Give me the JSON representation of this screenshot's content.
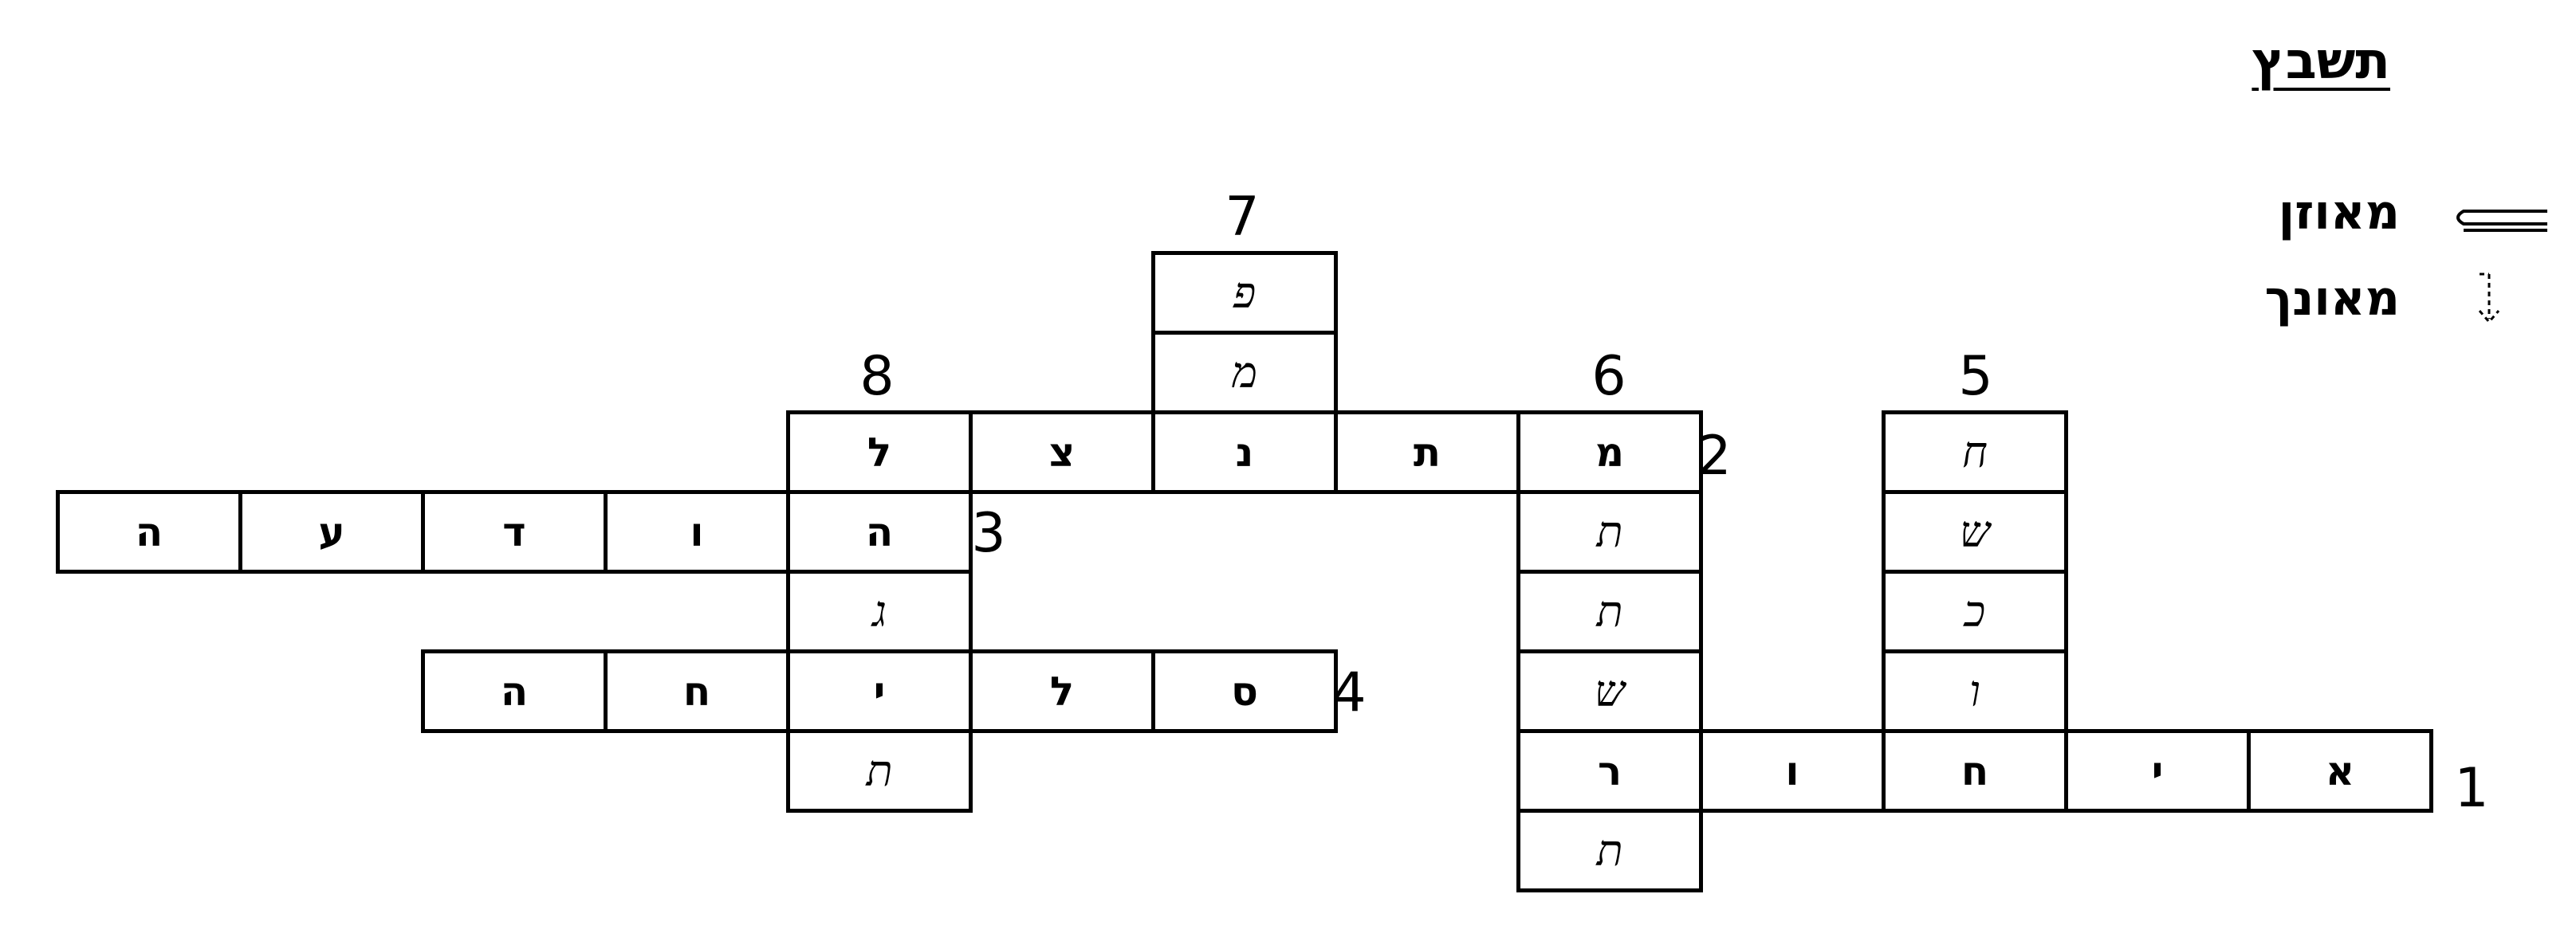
{
  "header": {
    "title": "תשבץ"
  },
  "legend": {
    "horizontal_label": "מאוזן",
    "vertical_label": "מאונך",
    "horizontal_icon": "double-arrow-left-icon",
    "vertical_icon": "down-arrow-icon"
  },
  "crossword": {
    "clue_numbers": [
      "1",
      "2",
      "3",
      "4",
      "5",
      "6",
      "7",
      "8"
    ],
    "cells": [
      "פ",
      "מ",
      "ל",
      "צ",
      "נ",
      "ת",
      "מ",
      "ח",
      "ש",
      "כ",
      "ו",
      "ה",
      "ו",
      "ד",
      "ע",
      "ה",
      "ג",
      "ת",
      "ת",
      "ה",
      "ח",
      "י",
      "ל",
      "ס",
      "ש",
      "ת",
      "א",
      "י",
      "ח",
      "ו",
      "ר",
      "ת"
    ]
  }
}
